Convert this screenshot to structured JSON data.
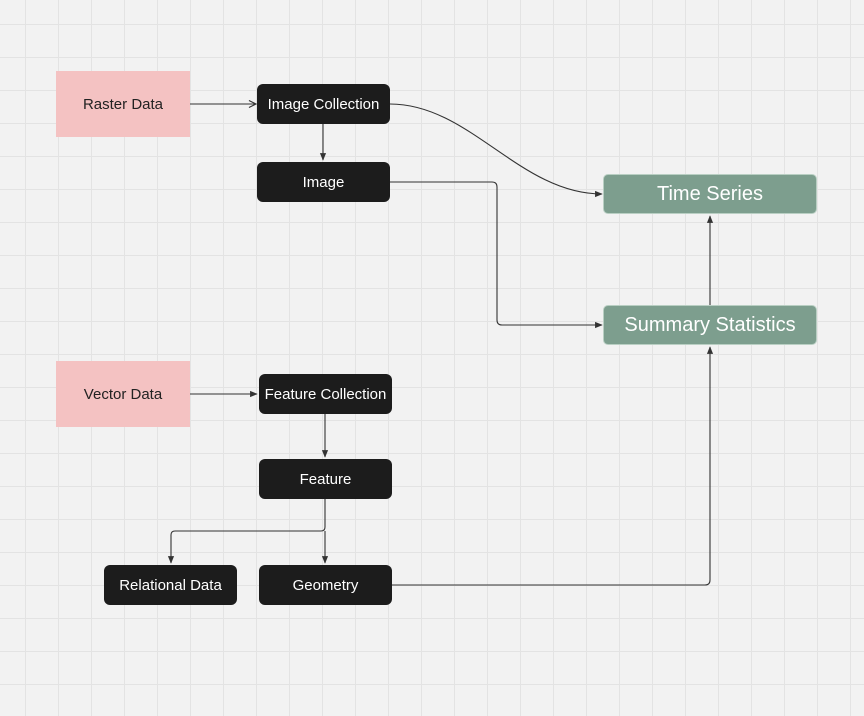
{
  "diagram": {
    "nodes": {
      "raster_data": "Raster Data",
      "vector_data": "Vector Data",
      "image_collection": "Image Collection",
      "image": "Image",
      "feature_collection": "Feature Collection",
      "feature": "Feature",
      "relational_data": "Relational Data",
      "geometry": "Geometry",
      "time_series": "Time Series",
      "summary_statistics": "Summary Statistics"
    },
    "edges": [
      {
        "from": "raster_data",
        "to": "image_collection"
      },
      {
        "from": "image_collection",
        "to": "image"
      },
      {
        "from": "image_collection",
        "to": "time_series"
      },
      {
        "from": "image",
        "to": "summary_statistics"
      },
      {
        "from": "summary_statistics",
        "to": "time_series"
      },
      {
        "from": "vector_data",
        "to": "feature_collection"
      },
      {
        "from": "feature_collection",
        "to": "feature"
      },
      {
        "from": "feature",
        "to": "relational_data"
      },
      {
        "from": "feature",
        "to": "geometry"
      },
      {
        "from": "geometry",
        "to": "summary_statistics"
      }
    ],
    "colors": {
      "source_fill": "#f4c2c2",
      "process_fill": "#1c1c1c",
      "output_fill": "#7d9e8e",
      "edge": "#333333",
      "background": "#f2f2f2"
    }
  }
}
